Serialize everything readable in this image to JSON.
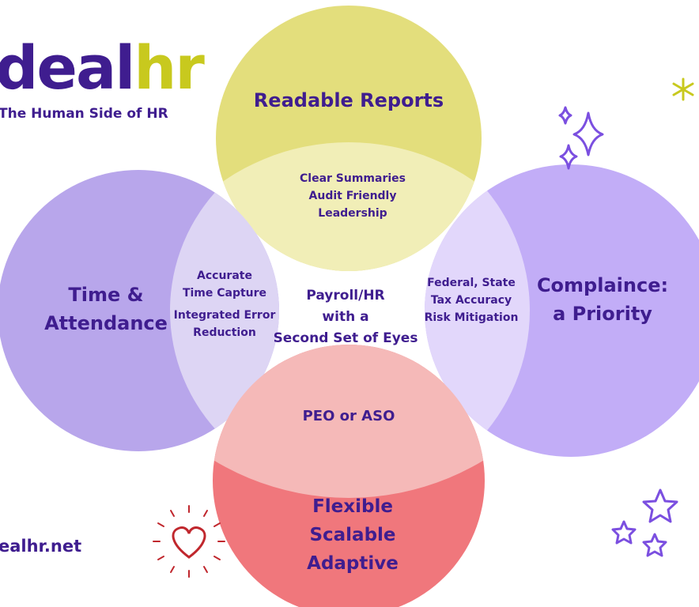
{
  "brand": {
    "logo_main": "deal",
    "logo_accent": "hr",
    "tagline": "The Human Side of HR",
    "url": "ealhr.net"
  },
  "diagram": {
    "top": {
      "title": "Readable Reports",
      "color": "#e3de7c"
    },
    "left": {
      "title_lines": [
        "Time &",
        "Attendance"
      ],
      "color": "#b8a6eb"
    },
    "right": {
      "title_lines": [
        "Complaince:",
        "a Priority"
      ],
      "color": "#c2adf7"
    },
    "bottom": {
      "title_lines": [
        "Flexible",
        "Scalable",
        "Adaptive"
      ],
      "color": "#f0777c"
    },
    "overlap_top": {
      "lines": [
        "Clear Summaries",
        "Audit Friendly",
        "Leadership"
      ],
      "color": "#f1eeb7"
    },
    "overlap_left": {
      "lines": [
        "Accurate",
        "Time Capture",
        "Integrated Error",
        "Reduction"
      ],
      "color": "#ddd5f4"
    },
    "overlap_right": {
      "lines": [
        "Federal, State",
        "Tax Accuracy",
        "Risk Mitigation"
      ],
      "color": "#e2d7fb"
    },
    "overlap_bottom": {
      "label": "PEO or ASO",
      "color": "#f5b9b8"
    },
    "center": {
      "lines": [
        "Payroll/HR",
        "with a",
        "Second Set of Eyes"
      ]
    }
  },
  "decorations": [
    "sparkle-icon",
    "diamond-star-icon",
    "heart-icon",
    "star-outline-icon"
  ]
}
